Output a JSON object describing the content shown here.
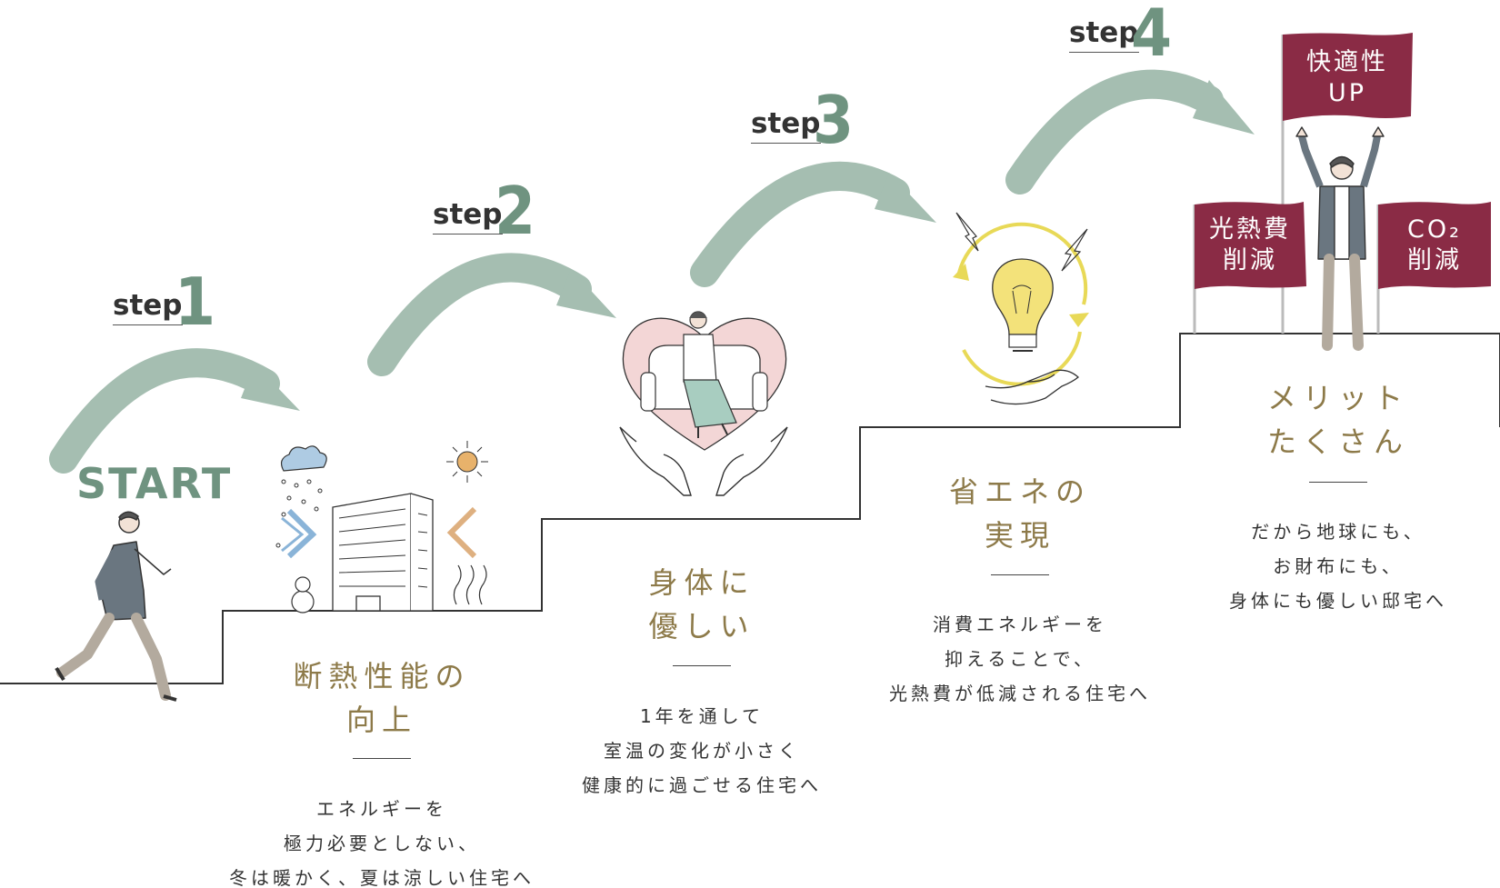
{
  "start_label": "START",
  "step_word": "step",
  "steps": [
    {
      "num": "1",
      "title_lines": [
        "断熱性能の",
        "向上"
      ],
      "desc_lines": [
        "エネルギーを",
        "極力必要としない、",
        "冬は暖かく、夏は涼しい住宅へ"
      ]
    },
    {
      "num": "2",
      "title_lines": [
        "身体に",
        "優しい"
      ],
      "desc_lines": [
        "1年を通して",
        "室温の変化が小さく",
        "健康的に過ごせる住宅へ"
      ]
    },
    {
      "num": "3",
      "title_lines": [
        "省エネの",
        "実現"
      ],
      "desc_lines": [
        "消費エネルギーを",
        "抑えることで、",
        "光熱費が低減される住宅へ"
      ]
    },
    {
      "num": "4",
      "title_lines": [
        "メリット",
        "たくさん"
      ],
      "desc_lines": [
        "だから地球にも、",
        "お財布にも、",
        "身体にも優しい邸宅へ"
      ]
    }
  ],
  "flags": {
    "center": [
      "快適性",
      "UP"
    ],
    "left": [
      "光熱費",
      "削減"
    ],
    "right": [
      "CO₂",
      "削減"
    ]
  },
  "colors": {
    "accent_green": "#6f9380",
    "arrow_green": "#a5beb1",
    "title_gold": "#8d7a49",
    "flag_maroon": "#8a2b45",
    "text_dark": "#333333"
  },
  "icons": [
    "walking-man-icon",
    "cloud-snow-icon",
    "snowman-icon",
    "building-icon",
    "sun-icon",
    "heat-waves-icon",
    "heart-sofa-woman-icon",
    "hands-icon",
    "lightbulb-cycle-icon",
    "lightning-icon",
    "open-hand-icon",
    "cheering-man-icon",
    "flag-icon",
    "curved-arrow-icon"
  ]
}
